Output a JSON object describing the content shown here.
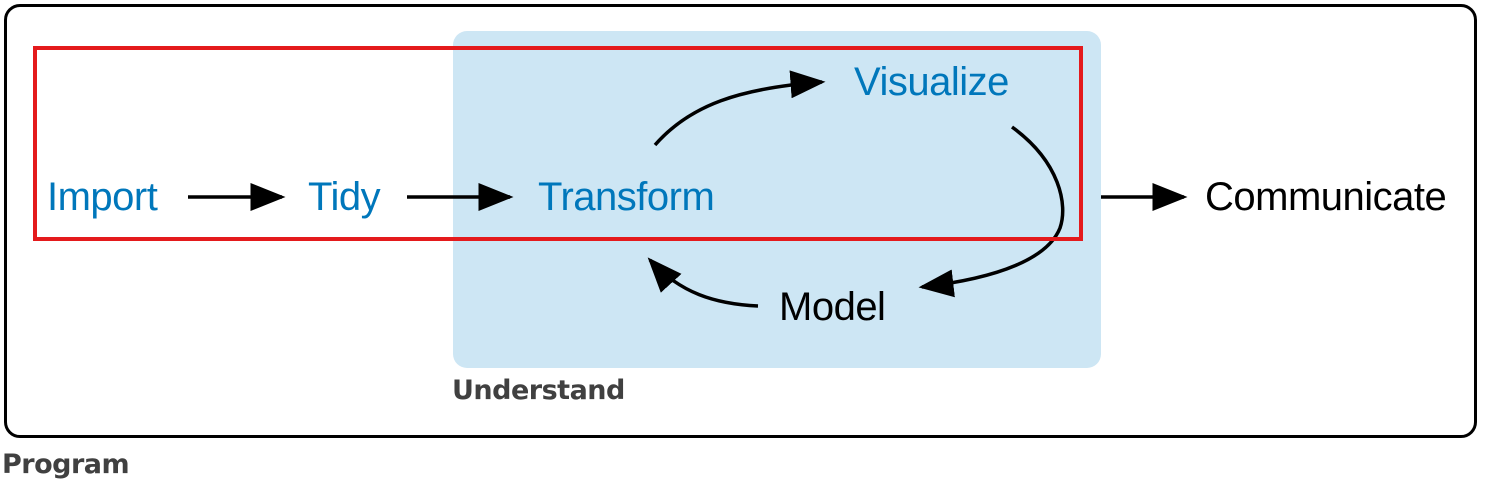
{
  "diagram": {
    "nodes": {
      "import": "Import",
      "tidy": "Tidy",
      "transform": "Transform",
      "visualize": "Visualize",
      "model": "Model",
      "communicate": "Communicate"
    },
    "groups": {
      "understand": "Understand",
      "program": "Program"
    },
    "colors": {
      "node_text_blue": "#0077bb",
      "node_text_black": "#000000",
      "understand_fill": "#cde6f4",
      "highlight_border": "#e41a1c",
      "group_label": "#404040",
      "frame_border": "#000000"
    },
    "edges": [
      {
        "from": "import",
        "to": "tidy"
      },
      {
        "from": "tidy",
        "to": "transform"
      },
      {
        "from": "transform",
        "to": "visualize"
      },
      {
        "from": "visualize",
        "to": "model"
      },
      {
        "from": "model",
        "to": "transform"
      },
      {
        "from": "understand",
        "to": "communicate"
      }
    ]
  }
}
